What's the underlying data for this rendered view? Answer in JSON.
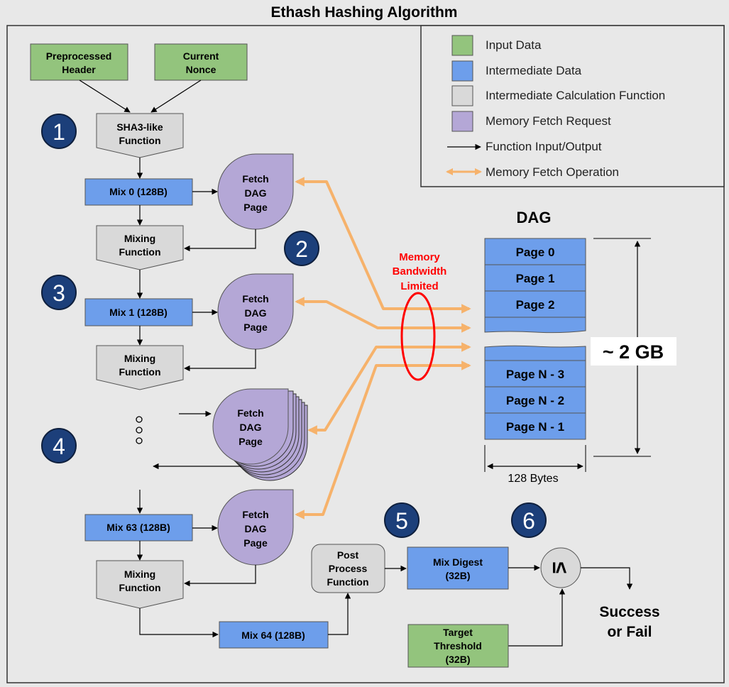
{
  "title": "Ethash Hashing Algorithm",
  "colors": {
    "background": "#e8e8e8",
    "input": "#93c47d",
    "intermediate": "#6d9eeb",
    "calc": "#d9d9d9",
    "memory": "#b4a7d6",
    "orange": "#f6b26b",
    "red": "#ff0000",
    "step_circle": "#1c3f7a"
  },
  "legend": {
    "items": [
      {
        "label": "Input Data",
        "kind": "input"
      },
      {
        "label": "Intermediate Data",
        "kind": "intermediate"
      },
      {
        "label": "Intermediate Calculation Function",
        "kind": "calc"
      },
      {
        "label": "Memory Fetch Request",
        "kind": "memory"
      },
      {
        "label": "Function Input/Output",
        "kind": "black-arrow"
      },
      {
        "label": "Memory Fetch Operation",
        "kind": "orange-arrow"
      }
    ]
  },
  "inputs": {
    "header": [
      "Preprocessed",
      "Header"
    ],
    "nonce": [
      "Current",
      "Nonce"
    ]
  },
  "sha3": [
    "SHA3-like",
    "Function"
  ],
  "mix": {
    "mix0": "Mix 0 (128B)",
    "mix1": "Mix 1 (128B)",
    "mix63": "Mix 63 (128B)",
    "mix64": "Mix 64 (128B)"
  },
  "mixing_function": [
    "Mixing",
    "Function"
  ],
  "fetch_dag_page": [
    "Fetch",
    "DAG",
    "Page"
  ],
  "steps": [
    "1",
    "2",
    "3",
    "4",
    "5",
    "6"
  ],
  "memory_label": [
    "Memory",
    "Bandwidth",
    "Limited"
  ],
  "dag": {
    "title": "DAG",
    "pages_top": [
      "Page 0",
      "Page 1",
      "Page 2"
    ],
    "pages_bottom": [
      "Page N - 3",
      "Page N - 2",
      "Page N - 1"
    ],
    "size": "~ 2 GB",
    "width_label": "128 Bytes"
  },
  "post_process": [
    "Post",
    "Process",
    "Function"
  ],
  "mix_digest": [
    "Mix Digest",
    "(32B)"
  ],
  "target": [
    "Target",
    "Threshold",
    "(32B)"
  ],
  "compare_symbol": "≤",
  "result": [
    "Success",
    "or Fail"
  ]
}
